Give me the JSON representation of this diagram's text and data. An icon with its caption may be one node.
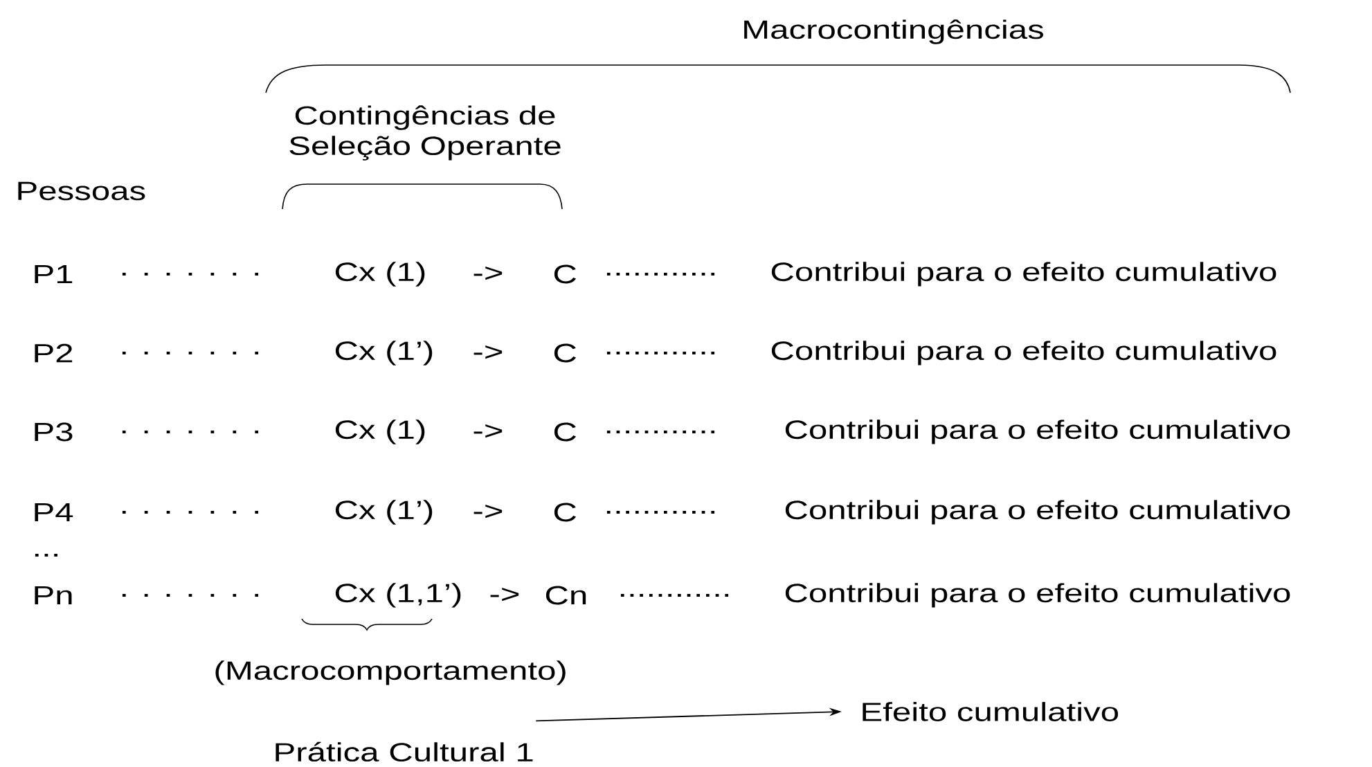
{
  "diagram": {
    "nodes": [
      {
        "text": [
          "Prática Cultural 1"
        ]
      },
      {
        "text": [
          "Efeito cumulativo"
        ]
      }
    ],
    "edges": [
      {
        "from": 0,
        "to": 1,
        "arrow": "to"
      }
    ],
    "labels": [
      "Macrocontingências",
      "Contingências de Seleção Operante",
      "Pessoas",
      "P1",
      ". . . . . . .",
      "Cx (1)",
      "->",
      "C",
      "............",
      "Contribui para o efeito cumulativo",
      "P2",
      ". . . . . . .",
      "Cx (1’)",
      "->",
      "C",
      "............",
      "Contribui para o efeito cumulativo",
      "P3",
      ". . . . . . .",
      "Cx (1)",
      "->",
      "C",
      "............",
      "Contribui para o efeito cumulativo",
      "P4",
      ". . . . . . .",
      "Cx (1’)",
      "->",
      "C",
      "............",
      "Contribui para o efeito cumulativo",
      "...",
      "Pn",
      ". . . . . . .",
      "Cx (1,1’)",
      "->",
      "Cn",
      "............",
      "Contribui para o efeito cumulativo",
      "(Macrocomportamento)"
    ]
  }
}
